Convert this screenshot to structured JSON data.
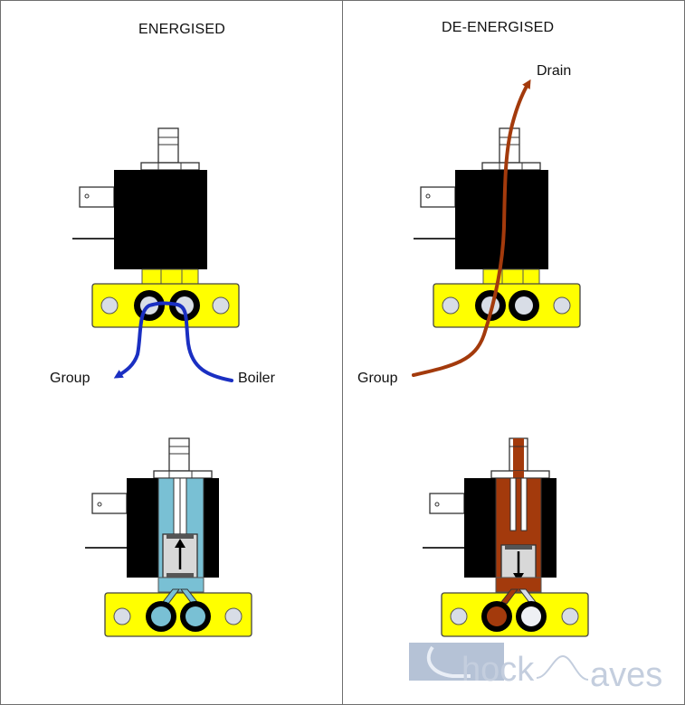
{
  "headings": {
    "energised": "ENERGISED",
    "de_energised": "DE-ENERGISED"
  },
  "labels": {
    "group_left": "Group",
    "boiler": "Boiler",
    "drain": "Drain",
    "group_right": "Group"
  },
  "watermark": {
    "text_a": "hock",
    "text_b": "aves"
  },
  "colors": {
    "coil": "#000000",
    "base": "#ffff00",
    "energised_flow": "#1a2fc2",
    "de_energised_flow": "#a33a0c",
    "energised_chamber": "#79c0d4",
    "de_energised_chamber": "#a33a0c",
    "port_fill": "#d8dde6"
  }
}
